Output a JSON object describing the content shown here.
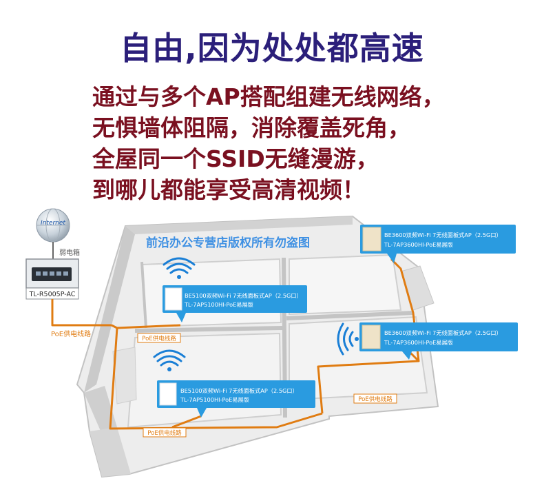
{
  "headline": "自由,因为处处都高速",
  "intro_lines": [
    "通过与多个AP搭配组建无线网络，",
    "无惧墙体阻隔，消除覆盖死角，",
    "全屋同一个SSID无缝漫游，",
    "到哪儿都能享受高清视频！"
  ],
  "diagram": {
    "internet": "Internet",
    "cabinet": "弱电箱",
    "router_model": "TL-R5005P-AC",
    "poe_line": "PoE供电线路",
    "watermark": "前沿办公专营店版权所有勿盗图",
    "ap_upper_right": {
      "title": "BE3600双频Wi-Fi 7无线面板式AP（2.5G口）",
      "model": "TL-7AP3600HI-PoE易展版"
    },
    "ap_upper_left": {
      "title": "BE5100双频Wi-Fi 7无线面板式AP（2.5G口）",
      "model": "TL-7AP5100HI-PoE易展版"
    },
    "ap_middle_right": {
      "title": "BE3600双频Wi-Fi 7无线面板式AP（2.5G口）",
      "model": "TL-7AP3600HI-PoE易展版"
    },
    "ap_lower_left": {
      "title": "BE5100双频Wi-Fi 7无线面板式AP（2.5G口）",
      "model": "TL-7AP5100HI-PoE易展版"
    },
    "poe_tags": [
      "PoE供电线路",
      "PoE供电线路",
      "PoE供电线路"
    ],
    "colors": {
      "cable": "#e07c12",
      "callout": "#2a9be0",
      "wall": "#c4c4c4",
      "floor": "#ededed",
      "wifi": "#1a7fd6"
    }
  }
}
